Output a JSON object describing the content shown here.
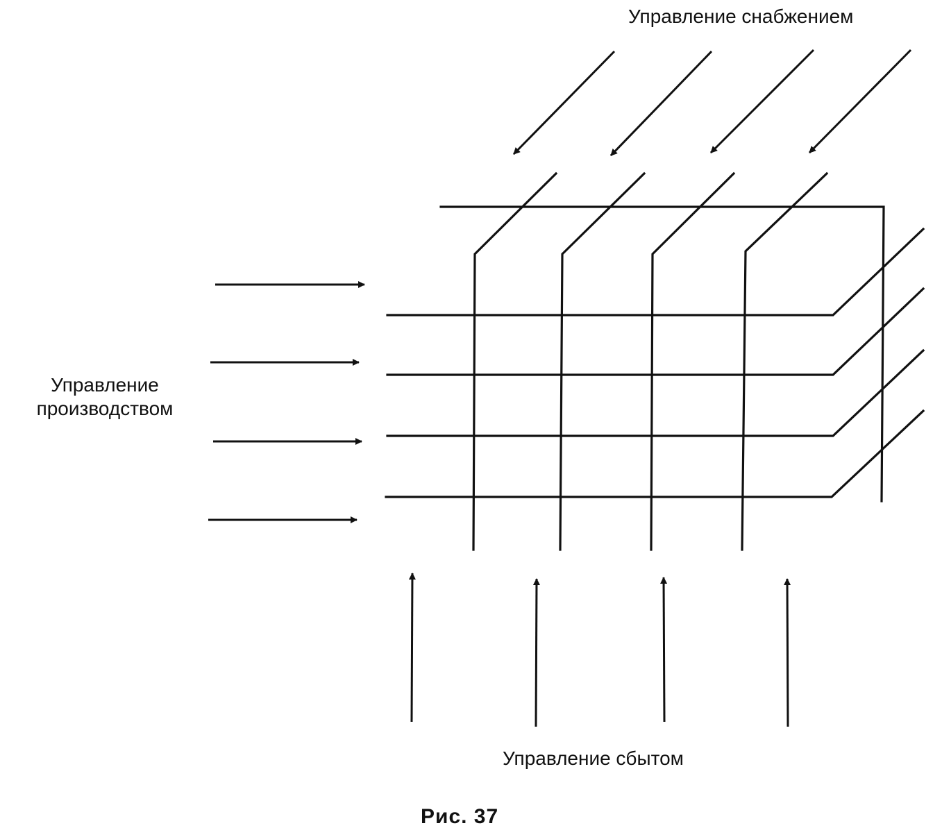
{
  "diagram": {
    "supply_label": "Управление снабжением",
    "production_label": "Управление производством",
    "sales_label": "Управление сбытом",
    "caption": "Рис. 37",
    "stroke_color": "#111111"
  }
}
